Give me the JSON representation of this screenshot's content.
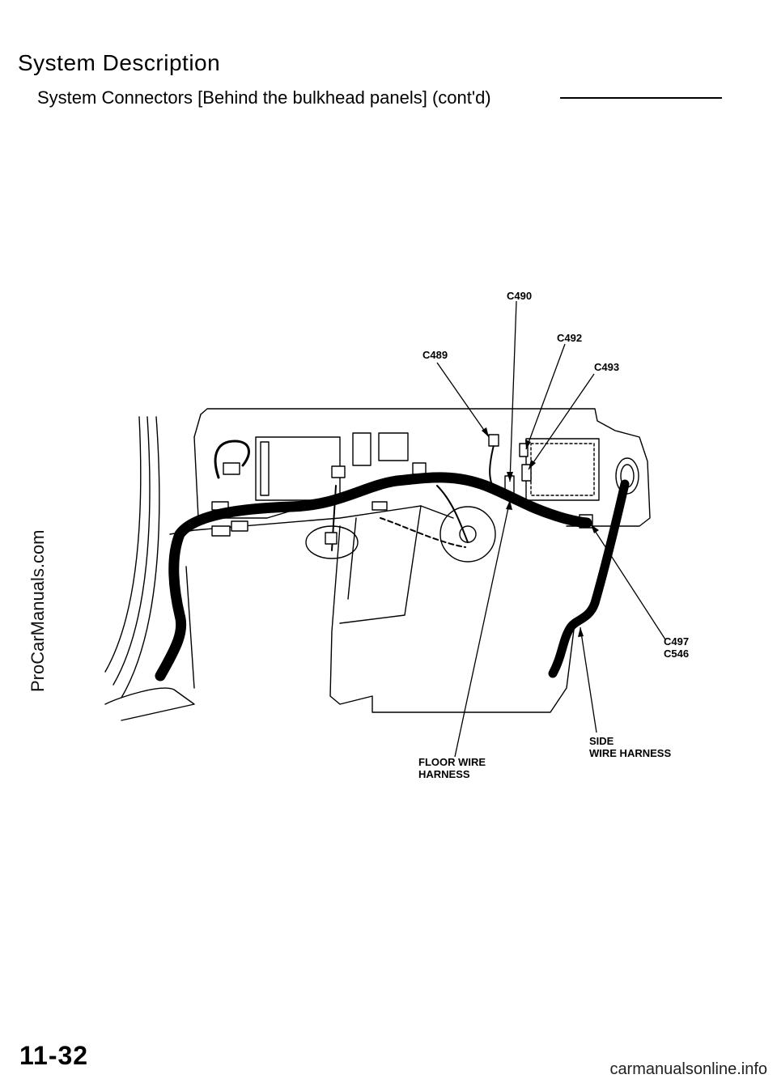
{
  "header": {
    "title": "System  Description",
    "subtitle": "System Connectors [Behind the bulkhead panels] (cont'd)"
  },
  "figure": {
    "callouts": {
      "c490": "C490",
      "c492": "C492",
      "c489": "C489",
      "c493": "C493",
      "c497": "C497",
      "c546": "C546",
      "side_harness_line1": "SIDE",
      "side_harness_line2": "WIRE HARNESS",
      "floor_harness_line1": "FLOOR WIRE",
      "floor_harness_line2": "HARNESS"
    }
  },
  "footer": {
    "page_number": "11-32",
    "watermark_right": "carmanualsonline.info"
  },
  "watermark_side": "ProCarManuals.com"
}
